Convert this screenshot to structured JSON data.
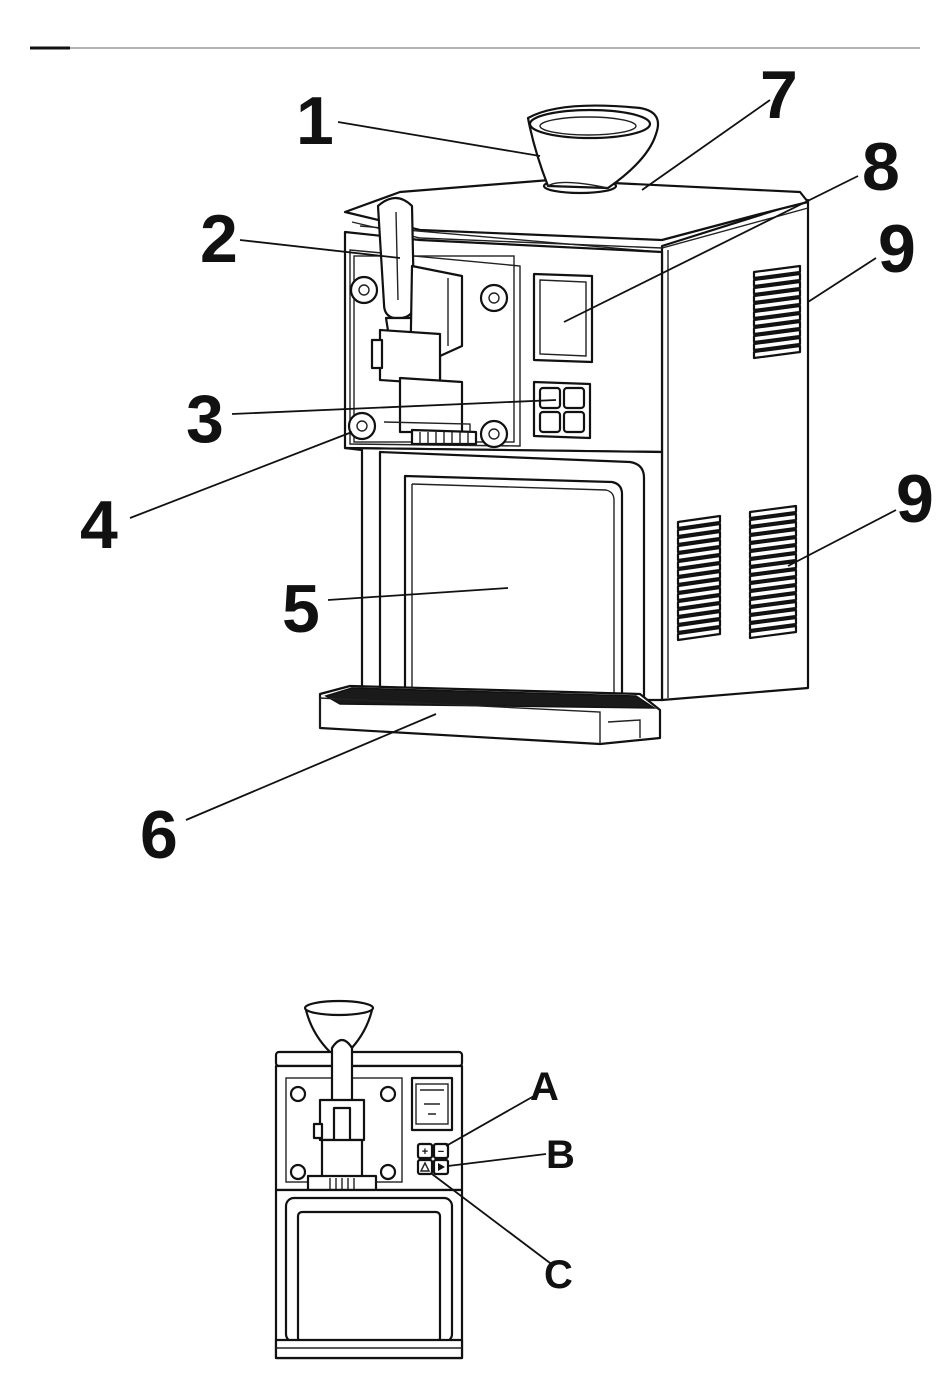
{
  "callouts_main": [
    {
      "id": "label-1",
      "text": "1"
    },
    {
      "id": "label-2",
      "text": "2"
    },
    {
      "id": "label-3",
      "text": "3"
    },
    {
      "id": "label-4",
      "text": "4"
    },
    {
      "id": "label-5",
      "text": "5"
    },
    {
      "id": "label-6",
      "text": "6"
    },
    {
      "id": "label-7",
      "text": "7"
    },
    {
      "id": "label-8",
      "text": "8"
    },
    {
      "id": "label-9a",
      "text": "9"
    },
    {
      "id": "label-9b",
      "text": "9"
    }
  ],
  "callouts_front": [
    {
      "id": "label-a",
      "text": "A"
    },
    {
      "id": "label-b",
      "text": "B"
    },
    {
      "id": "label-c",
      "text": "C"
    }
  ],
  "button_glyphs": {
    "plus": "+",
    "minus": "−"
  }
}
